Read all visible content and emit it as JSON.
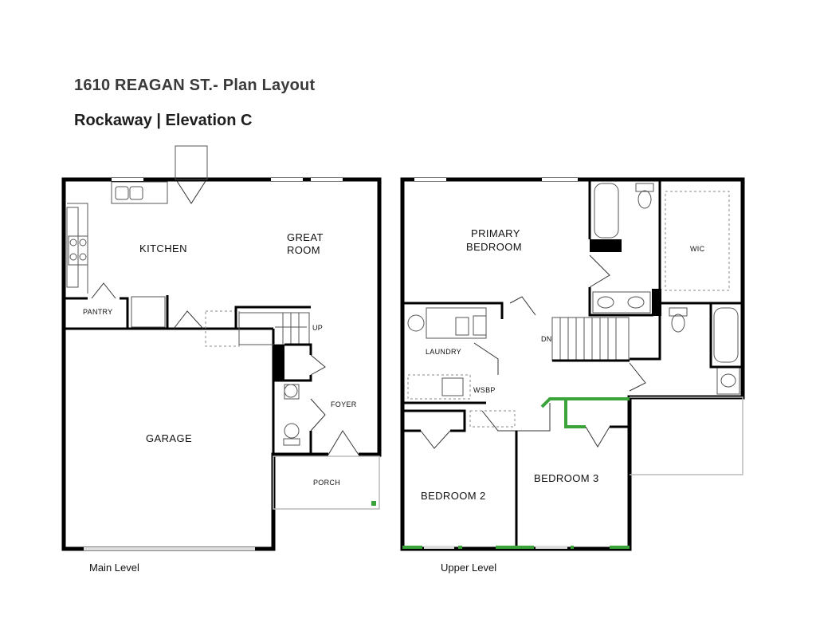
{
  "header": {
    "title": "1610 REAGAN ST.- Plan Layout",
    "subtitle": "Rockaway | Elevation C"
  },
  "levels": {
    "main": {
      "label": "Main Level",
      "rooms": {
        "kitchen": "KITCHEN",
        "great_room": [
          "GREAT",
          "ROOM"
        ],
        "pantry": "PANTRY",
        "garage": "GARAGE",
        "foyer": "FOYER",
        "porch": "PORCH",
        "stair_up": "UP"
      }
    },
    "upper": {
      "label": "Upper Level",
      "rooms": {
        "primary_bedroom": [
          "PRIMARY",
          "BEDROOM"
        ],
        "wic": "WIC",
        "laundry": "LAUNDRY",
        "stair_down": "DN",
        "wsbp": "WSBP",
        "bedroom2": "BEDROOM 2",
        "bedroom3": "BEDROOM 3"
      }
    }
  },
  "colors": {
    "wall": "#000000",
    "highlight": "#3aa33a",
    "title": "#3a3a3a"
  }
}
